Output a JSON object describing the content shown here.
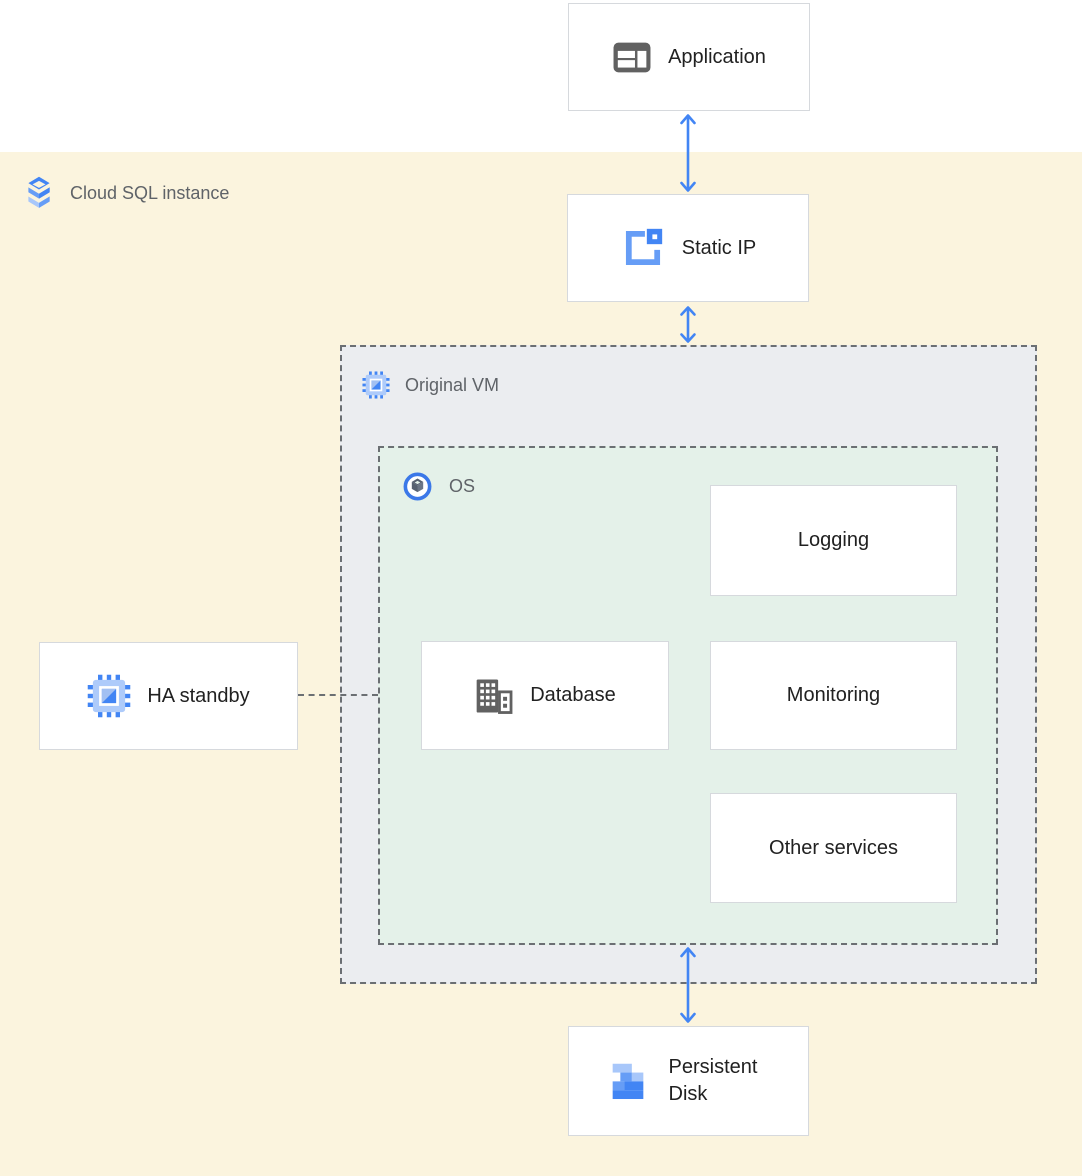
{
  "diagram_title": "Cloud SQL instance architecture diagram",
  "colors": {
    "background_top": "#FFFFFF",
    "cloud_sql_region_bg": "#FBF4DE",
    "vm_region_bg": "#EBEDF0",
    "os_region_bg": "#E4F1E9",
    "node_bg": "#FFFFFF",
    "node_border": "#D6D9DD",
    "dashed_border": "#6B6F73",
    "arrow_blue": "#4285F4",
    "node_text": "#212121",
    "region_text": "#5F6368",
    "icon_gray": "#616161",
    "icon_blue": "#4285F4",
    "icon_blue_medium": "#669DF6",
    "icon_blue_light": "#A8C7FA"
  },
  "regions": {
    "cloud_sql": {
      "label": "Cloud SQL instance",
      "icon": "cloud-sql-icon"
    },
    "original_vm": {
      "label": "Original VM",
      "icon": "compute-chip-icon"
    },
    "os": {
      "label": "OS",
      "icon": "os-icon"
    }
  },
  "nodes": {
    "application": {
      "label": "Application",
      "icon": "application-icon"
    },
    "static_ip": {
      "label": "Static IP",
      "icon": "static-ip-icon"
    },
    "ha_standby": {
      "label": "HA standby",
      "icon": "compute-chip-icon"
    },
    "database": {
      "label": "Database",
      "icon": "database-icon"
    },
    "logging": {
      "label": "Logging"
    },
    "monitoring": {
      "label": "Monitoring"
    },
    "other_services": {
      "label": "Other services"
    },
    "persistent_disk": {
      "label": "Persistent Disk",
      "icon": "persistent-disk-icon"
    }
  },
  "connections": [
    {
      "from": "application",
      "to": "static_ip",
      "style": "double-headed-arrow"
    },
    {
      "from": "static_ip",
      "to": "original_vm",
      "style": "double-headed-arrow"
    },
    {
      "from": "os",
      "to": "persistent_disk",
      "style": "double-headed-arrow"
    },
    {
      "from": "ha_standby",
      "to": "os",
      "style": "dashed-line"
    }
  ]
}
